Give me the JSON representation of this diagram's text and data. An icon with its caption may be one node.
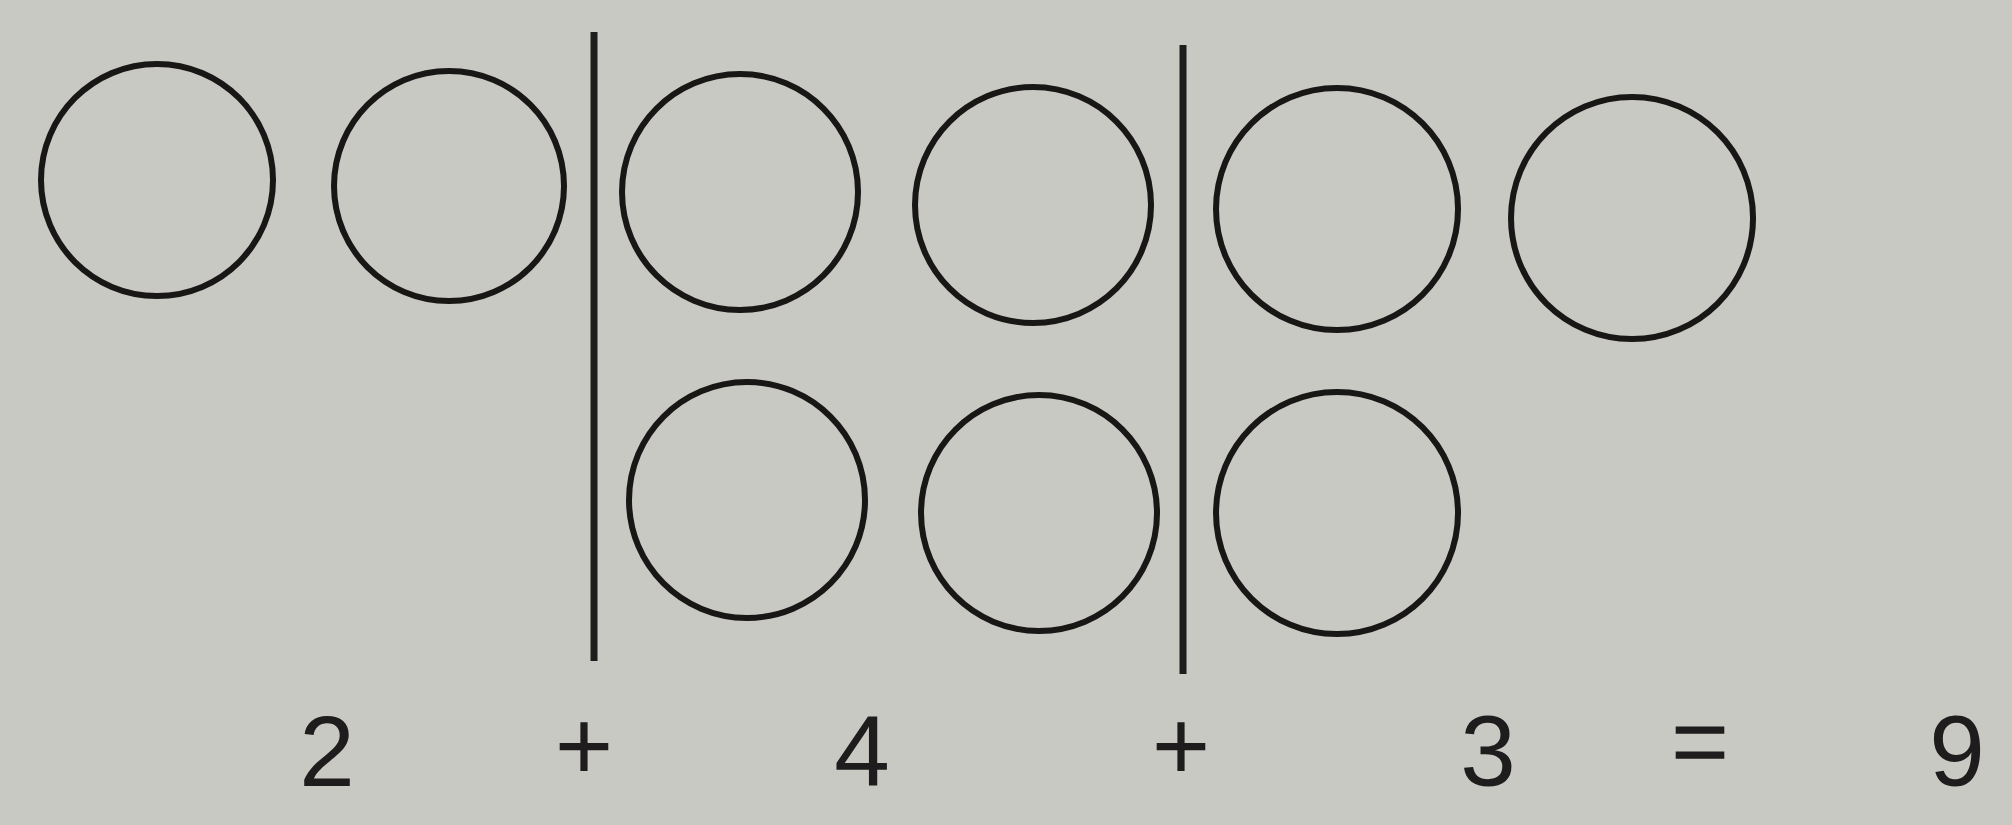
{
  "diagram": {
    "nodes": [
      {
        "text": [],
        "shape": "circle"
      },
      {
        "text": [],
        "shape": "circle"
      },
      {
        "text": [],
        "shape": "circle"
      },
      {
        "text": [],
        "shape": "circle"
      },
      {
        "text": [],
        "shape": "circle"
      },
      {
        "text": [],
        "shape": "circle"
      },
      {
        "text": [],
        "shape": "circle"
      },
      {
        "text": [],
        "shape": "circle"
      },
      {
        "text": [],
        "shape": "circle"
      }
    ],
    "labels": [
      "2",
      "+",
      "4",
      "+",
      "3",
      "=",
      "9"
    ]
  }
}
